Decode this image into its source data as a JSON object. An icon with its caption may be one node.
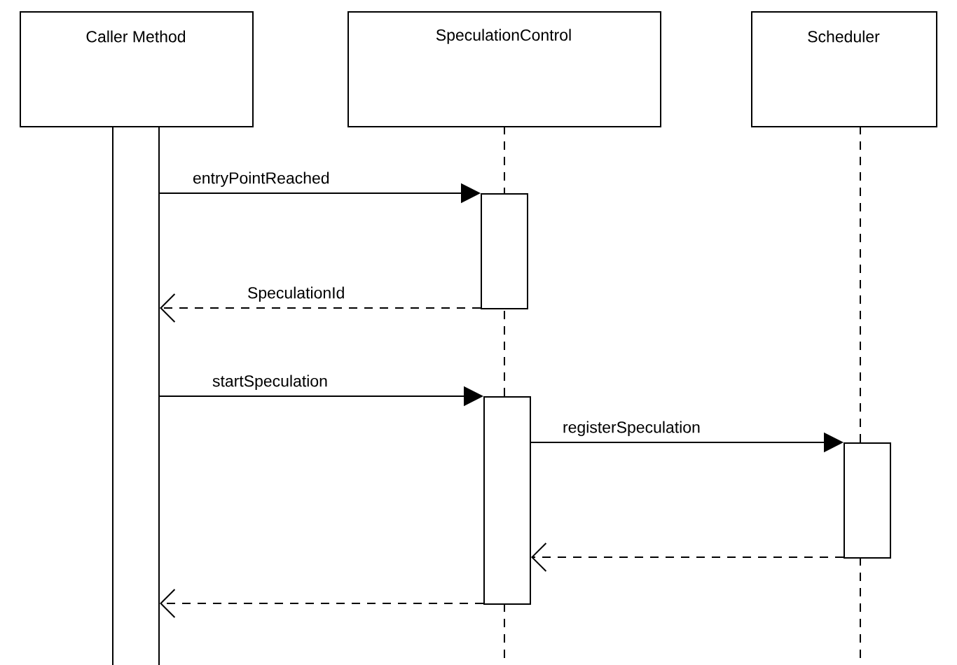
{
  "diagram": {
    "nodes": [
      {
        "text": [
          "Caller Method"
        ]
      },
      {
        "text": [
          "SpeculationControl"
        ]
      },
      {
        "text": [
          "Scheduler"
        ]
      },
      {
        "text": [],
        "shape": "bar"
      },
      {
        "text": [],
        "shape": "bar"
      },
      {
        "text": [],
        "shape": "bar"
      },
      {
        "text": [],
        "shape": "bar"
      }
    ],
    "edges": [
      {
        "from": 3,
        "to": 4,
        "arrow": "to",
        "label": "entryPointReached"
      },
      {
        "from": 4,
        "to": 3,
        "arrow": "to",
        "label": "SpeculationId",
        "style": "dashed"
      },
      {
        "from": 3,
        "to": 5,
        "arrow": "to",
        "label": "startSpeculation"
      },
      {
        "from": 5,
        "to": 6,
        "arrow": "to",
        "label": "registerSpeculation"
      },
      {
        "from": 6,
        "to": 5,
        "arrow": "to",
        "style": "dashed"
      },
      {
        "from": 5,
        "to": 3,
        "arrow": "to",
        "style": "dashed"
      }
    ]
  }
}
